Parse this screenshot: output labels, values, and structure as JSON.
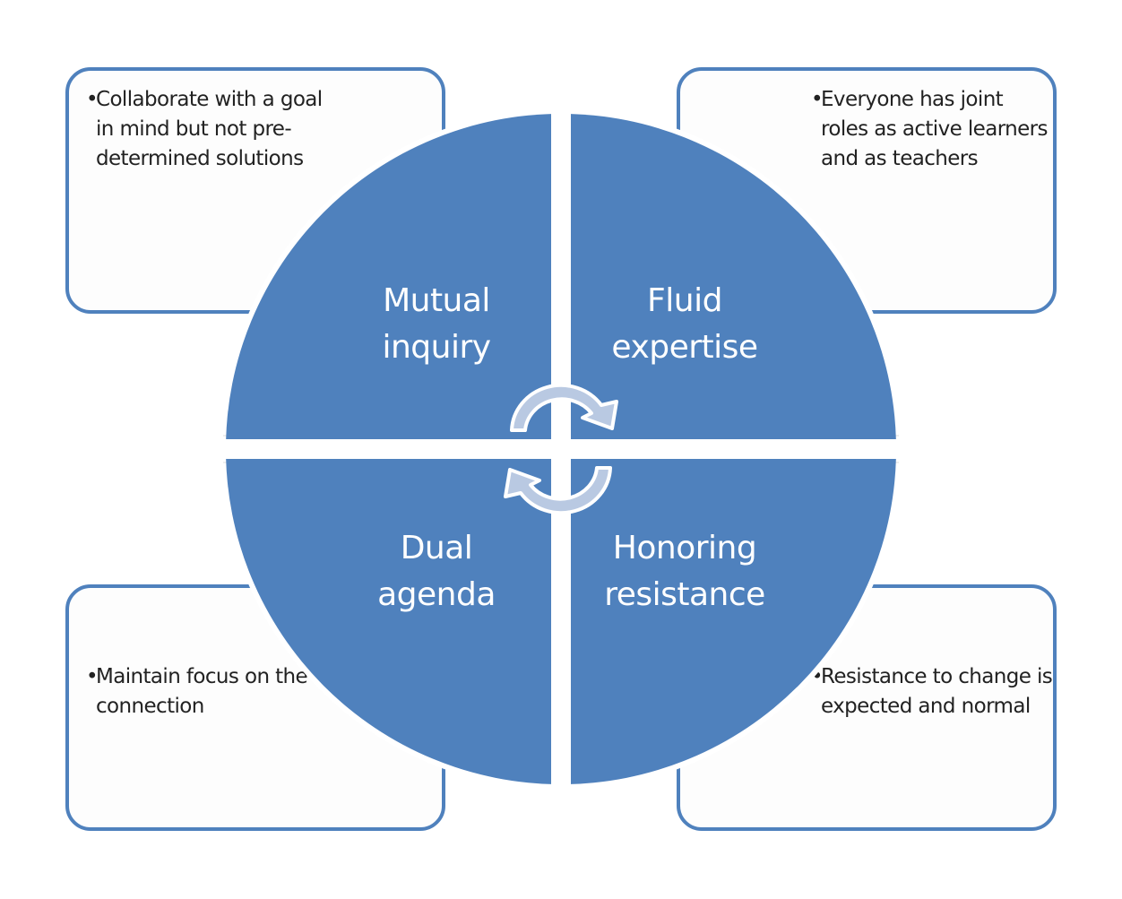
{
  "diagram": {
    "type": "quadrant-cycle",
    "colors": {
      "quadrant_fill": "#4f81bd",
      "box_border": "#4f81bd",
      "arrow_fill": "#b9c9e2",
      "label_text": "#ffffff",
      "body_text": "#222222"
    },
    "quadrants": [
      {
        "position": "top-left",
        "title_line1": "Mutual",
        "title_line2": "inquiry",
        "bullet": "•",
        "description": "Collaborate with a goal in mind  but not pre-determined solutions"
      },
      {
        "position": "top-right",
        "title_line1": "Fluid",
        "title_line2": "expertise",
        "bullet": "•",
        "description": "Everyone has joint roles as active learners and as teachers"
      },
      {
        "position": "bottom-left",
        "title_line1": "Dual",
        "title_line2": "agenda",
        "bullet": "•",
        "description": "Maintain focus on the connection"
      },
      {
        "position": "bottom-right",
        "title_line1": "Honoring",
        "title_line2": "resistance",
        "bullet": "•",
        "description": "Resistance to change is expected and normal"
      }
    ],
    "center_icon": "cycle-arrows-icon"
  }
}
